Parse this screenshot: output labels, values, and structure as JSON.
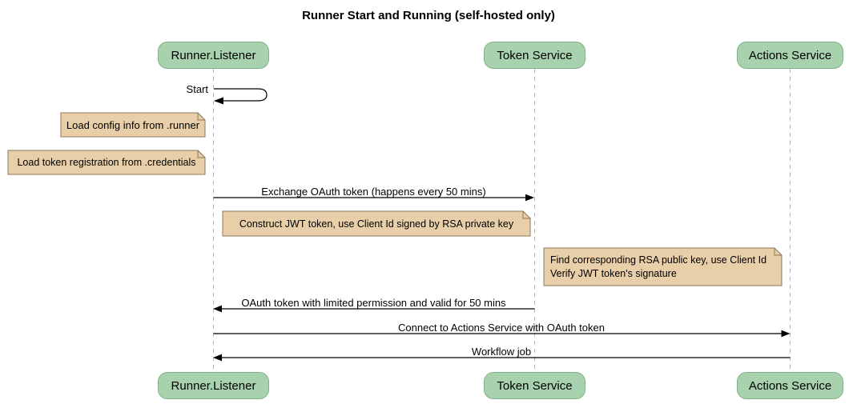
{
  "title": "Runner Start and Running (self-hosted only)",
  "diagram": {
    "type": "sequence",
    "participants": [
      {
        "id": "runner-listener",
        "label": "Runner.Listener"
      },
      {
        "id": "token-service",
        "label": "Token Service"
      },
      {
        "id": "actions-service",
        "label": "Actions Service"
      }
    ],
    "messages": [
      {
        "label": "Start",
        "from": "Runner.Listener",
        "to": "Runner.Listener",
        "kind": "self"
      },
      {
        "label": "Exchange OAuth token (happens every 50 mins)",
        "from": "Runner.Listener",
        "to": "Token Service",
        "kind": "solid"
      },
      {
        "label": "OAuth token with limited permission and valid for 50 mins",
        "from": "Token Service",
        "to": "Runner.Listener",
        "kind": "solid"
      },
      {
        "label": "Connect to Actions Service with OAuth token",
        "from": "Runner.Listener",
        "to": "Actions Service",
        "kind": "solid"
      },
      {
        "label": "Workflow job",
        "from": "Actions Service",
        "to": "Runner.Listener",
        "kind": "solid"
      }
    ],
    "notes": [
      {
        "text": "Load config info from .runner"
      },
      {
        "text": "Load token registration from .credentials"
      },
      {
        "text": "Construct JWT token, use Client Id signed by RSA private key"
      },
      {
        "text": "Find corresponding RSA public key, use Client Id\nVerify JWT token's signature"
      }
    ]
  },
  "colors": {
    "background": "#ffffff",
    "participant_fill": "#a8d2ae",
    "participant_border": "#7fb188",
    "note_fill": "#e9cfa9",
    "note_border": "#8a7858",
    "lifeline": "#b9b9b9",
    "arrow": "#000000",
    "text": "#000000"
  }
}
